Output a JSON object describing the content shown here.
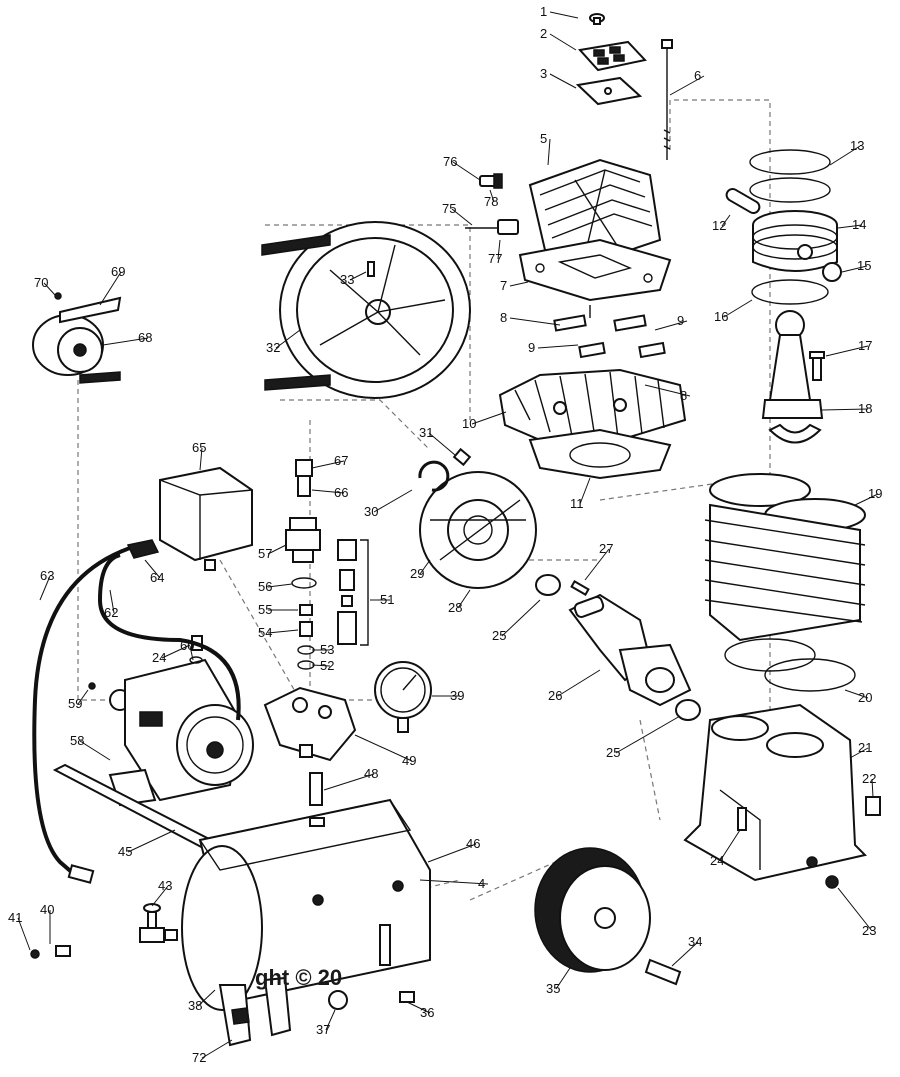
{
  "labels": [
    "1",
    "2",
    "3",
    "4",
    "5",
    "6",
    "7",
    "8",
    "8",
    "9",
    "9",
    "10",
    "11",
    "12",
    "13",
    "14",
    "15",
    "16",
    "17",
    "18",
    "19",
    "20",
    "21",
    "22",
    "23",
    "24",
    "24",
    "25",
    "25",
    "26",
    "27",
    "28",
    "29",
    "30",
    "31",
    "32",
    "33",
    "34",
    "35",
    "36",
    "37",
    "38",
    "40",
    "41",
    "43",
    "45",
    "46",
    "48",
    "49",
    "39",
    "51",
    "52",
    "53",
    "54",
    "55",
    "56",
    "57",
    "58",
    "59",
    "60",
    "62",
    "63",
    "64",
    "65",
    "66",
    "67",
    "68",
    "69",
    "70",
    "72",
    "75",
    "76",
    "77",
    "78"
  ],
  "watermark": "ght © 20"
}
